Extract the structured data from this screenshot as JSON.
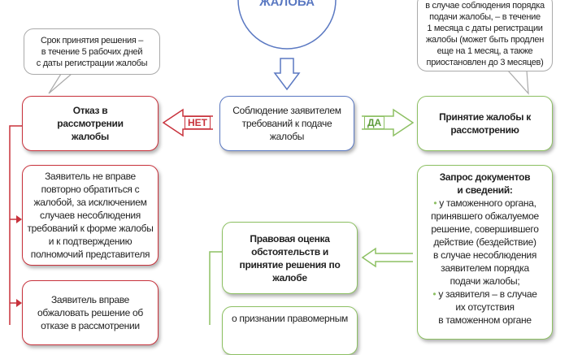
{
  "title_circle": "ЖАЛОБА",
  "center_check": "Соблюдение заявителем требований к подаче жалобы",
  "no_label": "НЕТ",
  "yes_label": "ДА",
  "left_bubble": [
    "Срок принятия решения –",
    "в течение 5 рабочих дней",
    "с даты регистрации жалобы"
  ],
  "right_bubble": [
    "в случае соблюдения порядка",
    "подачи жалобы, – в течение",
    "1 месяца с даты регистрации",
    "жалобы (может быть продлен",
    "еще на 1 месяц, а также",
    "приостановлен до 3 месяцев)"
  ],
  "refusal": {
    "title": "Отказ в рассмотрении жалобы",
    "item1": [
      "Заявитель не вправе",
      "повторно обратиться с",
      "жалобой, за исключением",
      "случаев несоблюдения",
      "требований к форме жалобы",
      "и к подтверждению",
      "полномочий представителя"
    ],
    "item2": [
      "Заявитель вправе",
      "обжаловать решение об",
      "отказе в рассмотрении"
    ]
  },
  "acceptance": {
    "title": "Принятие жалобы к рассмотрению",
    "request_title": "Запрос документов и сведений:",
    "request_lines_1": [
      "у таможенного органа,",
      "принявшего обжалуемое",
      "решение, совершившего",
      "действие (бездействие)",
      "в случае несоблюдения",
      "заявителем порядка",
      "подачи жалобы;"
    ],
    "request_lines_2": [
      "у заявителя – в случае",
      "их отсутствия",
      "в таможенном органе"
    ]
  },
  "legal_assessment": "Правовая оценка обстоятельств и принятие решения по жалобе",
  "decision_1": "о признании правомерным",
  "colors": {
    "red": "#c8323c",
    "green": "#8dc063",
    "blue": "#5b79c2"
  }
}
